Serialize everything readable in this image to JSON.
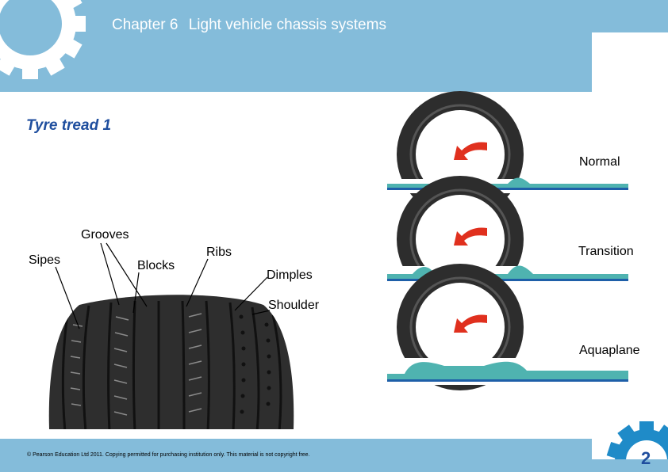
{
  "header": {
    "chapter_number": "Chapter 6",
    "chapter_name": "Light vehicle chassis systems"
  },
  "slide": {
    "title": "Tyre tread 1"
  },
  "tread_labels": {
    "grooves": "Grooves",
    "sipes": "Sipes",
    "blocks": "Blocks",
    "ribs": "Ribs",
    "dimples": "Dimples",
    "shoulder": "Shoulder"
  },
  "water_states": {
    "normal": "Normal",
    "transition": "Transition",
    "aquaplane": "Aquaplane"
  },
  "footer": {
    "copyright": "© Pearson Education Ltd 2011. Copying permitted for purchasing institution only. This material is not copyright free.",
    "page_number": "2"
  },
  "colors": {
    "header_blue": "#84bcda",
    "title_blue": "#1f4e9e",
    "water_teal": "#4fb3b0",
    "road_blue": "#1e5fa8",
    "arrow_red": "#e0301e"
  }
}
